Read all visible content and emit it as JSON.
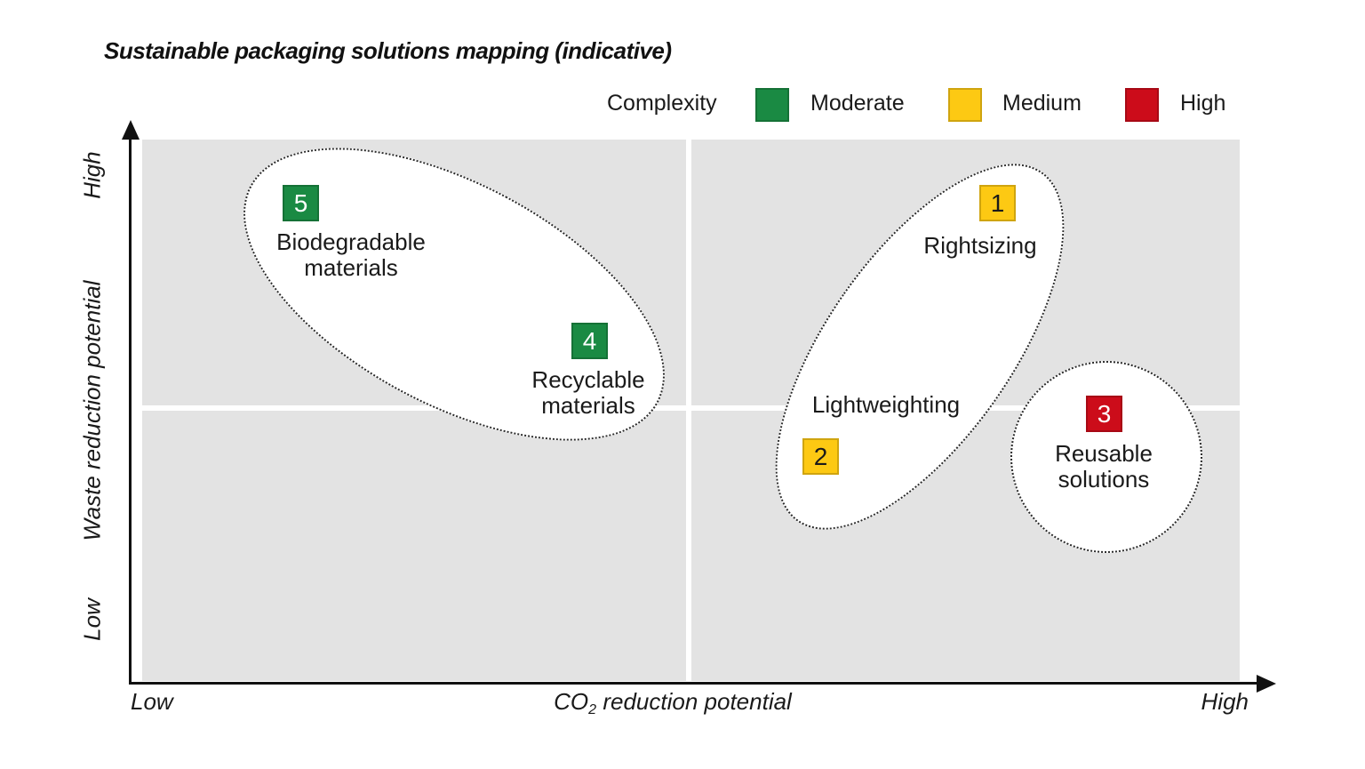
{
  "title": "Sustainable packaging solutions mapping (indicative)",
  "legend": {
    "title": "Complexity",
    "items": [
      {
        "label": "Moderate",
        "color": "#1a8a43"
      },
      {
        "label": "Medium",
        "color": "#fdc913"
      },
      {
        "label": "High",
        "color": "#cc0c1a"
      }
    ]
  },
  "axes": {
    "y": {
      "label": "Waste reduction potential",
      "low": "Low",
      "high": "High"
    },
    "x": {
      "label_co": "CO",
      "label_sub": "2",
      "label_rest": " reduction potential",
      "low": "Low",
      "high": "High"
    }
  },
  "points": {
    "p1": {
      "number": "1",
      "label": "Rightsizing",
      "complexity": "Medium",
      "color": "#fdc913",
      "number_color": "#1a1a1a"
    },
    "p2": {
      "number": "2",
      "label": "Lightweighting",
      "complexity": "Medium",
      "color": "#fdc913",
      "number_color": "#1a1a1a"
    },
    "p3": {
      "number": "3",
      "label": "Reusable\nsolutions",
      "complexity": "High",
      "color": "#cc0c1a",
      "number_color": "#ffffff"
    },
    "p4": {
      "number": "4",
      "label": "Recyclable\nmaterials",
      "complexity": "Moderate",
      "color": "#1a8a43",
      "number_color": "#ffffff"
    },
    "p5": {
      "number": "5",
      "label": "Biodegradable\nmaterials",
      "complexity": "Moderate",
      "color": "#1a8a43",
      "number_color": "#ffffff"
    }
  },
  "chart_data": {
    "type": "scatter",
    "title": "Sustainable packaging solutions mapping (indicative)",
    "xlabel": "CO2 reduction potential",
    "ylabel": "Waste reduction potential",
    "x_axis_range_labels": [
      "Low",
      "High"
    ],
    "y_axis_range_labels": [
      "Low",
      "High"
    ],
    "legend_title": "Complexity",
    "legend_entries": [
      {
        "label": "Moderate",
        "color": "#1a8a43"
      },
      {
        "label": "Medium",
        "color": "#fdc913"
      },
      {
        "label": "High",
        "color": "#cc0c1a"
      }
    ],
    "grid": "quadrants (2x2, white divider lines on gray background)",
    "points": [
      {
        "id": 1,
        "label": "Rightsizing",
        "complexity": "Medium",
        "x": 0.78,
        "y": 0.88
      },
      {
        "id": 2,
        "label": "Lightweighting",
        "complexity": "Medium",
        "x": 0.62,
        "y": 0.41
      },
      {
        "id": 3,
        "label": "Reusable solutions",
        "complexity": "High",
        "x": 0.88,
        "y": 0.49
      },
      {
        "id": 4,
        "label": "Recyclable materials",
        "complexity": "Moderate",
        "x": 0.41,
        "y": 0.63
      },
      {
        "id": 5,
        "label": "Biodegradable materials",
        "complexity": "Moderate",
        "x": 0.14,
        "y": 0.88
      }
    ],
    "clusters": [
      {
        "members": [
          5,
          4
        ],
        "shape": "tilted ellipse, dotted outline, white fill"
      },
      {
        "members": [
          1,
          2
        ],
        "shape": "tilted ellipse, dotted outline, white fill"
      },
      {
        "members": [
          3
        ],
        "shape": "circle, dotted outline, white fill"
      }
    ]
  }
}
